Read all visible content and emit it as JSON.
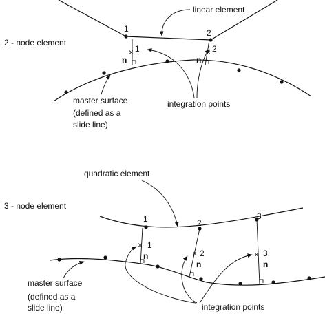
{
  "top": {
    "title": "2 - node element",
    "element_label": "linear element",
    "node_labels": [
      "1",
      "2"
    ],
    "ip_labels": [
      "1",
      "2"
    ],
    "normal_label": "n",
    "master_lines": [
      "master surface",
      "(defined as a",
      "slide line)"
    ],
    "ip_caption": "integration points"
  },
  "bottom": {
    "title": "3 - node element",
    "element_label": "quadratic element",
    "node_labels": [
      "1",
      "2",
      "3"
    ],
    "ip_labels": [
      "1",
      "2",
      "3"
    ],
    "normal_label": "n",
    "master_lines": [
      "master surface",
      "(defined as a",
      "slide line)"
    ],
    "ip_caption": "integration points"
  },
  "colors": {
    "ink": "#111111",
    "background": "#ffffff"
  }
}
